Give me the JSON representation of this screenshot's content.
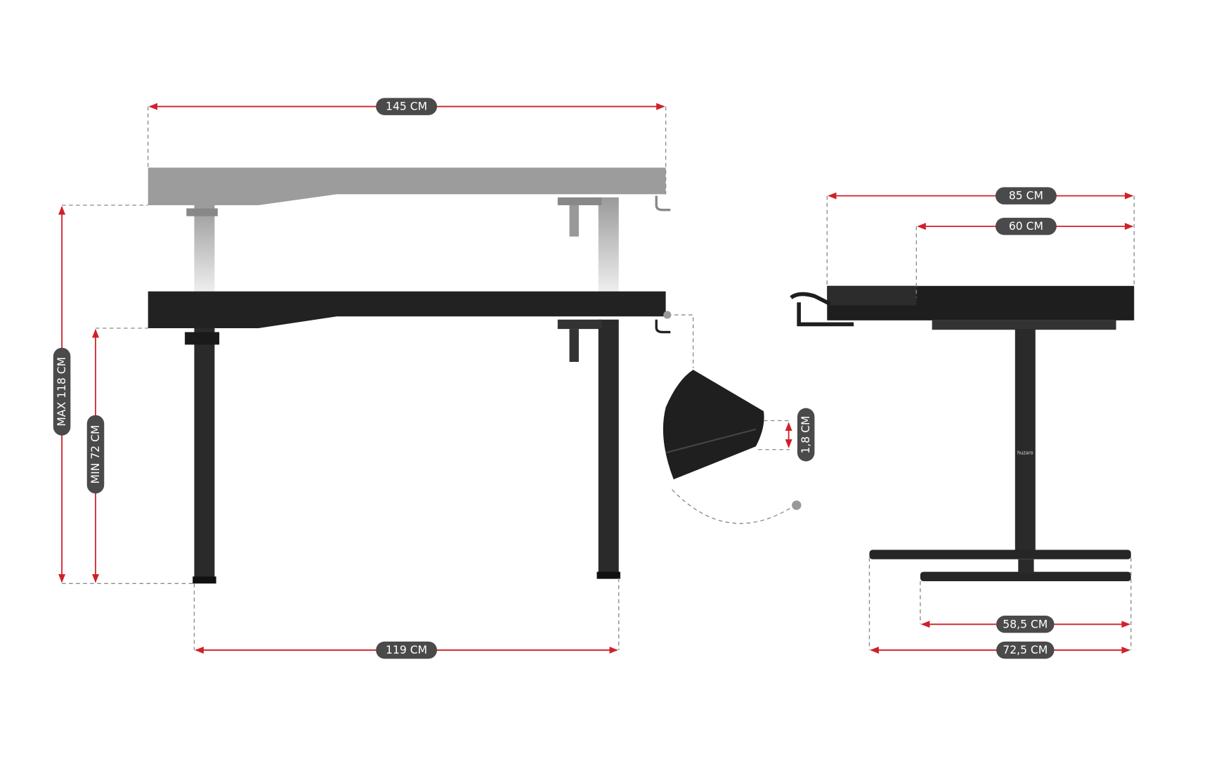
{
  "dimensions": {
    "width_top": "145 CM",
    "max_height": "MAX 118 CM",
    "min_height": "MIN 72 CM",
    "leg_span": "119 CM",
    "depth_total": "85 CM",
    "depth_top": "60 CM",
    "thickness": "1,8 CM",
    "foot_inner": "58,5 CM",
    "foot_outer": "72,5 CM"
  },
  "logo": "huzaro",
  "colors": {
    "dimension_line": "#d0202a",
    "label_pill": "#4a4a4a",
    "desk": "#222222",
    "desk_raised": "#9a9a9a"
  }
}
